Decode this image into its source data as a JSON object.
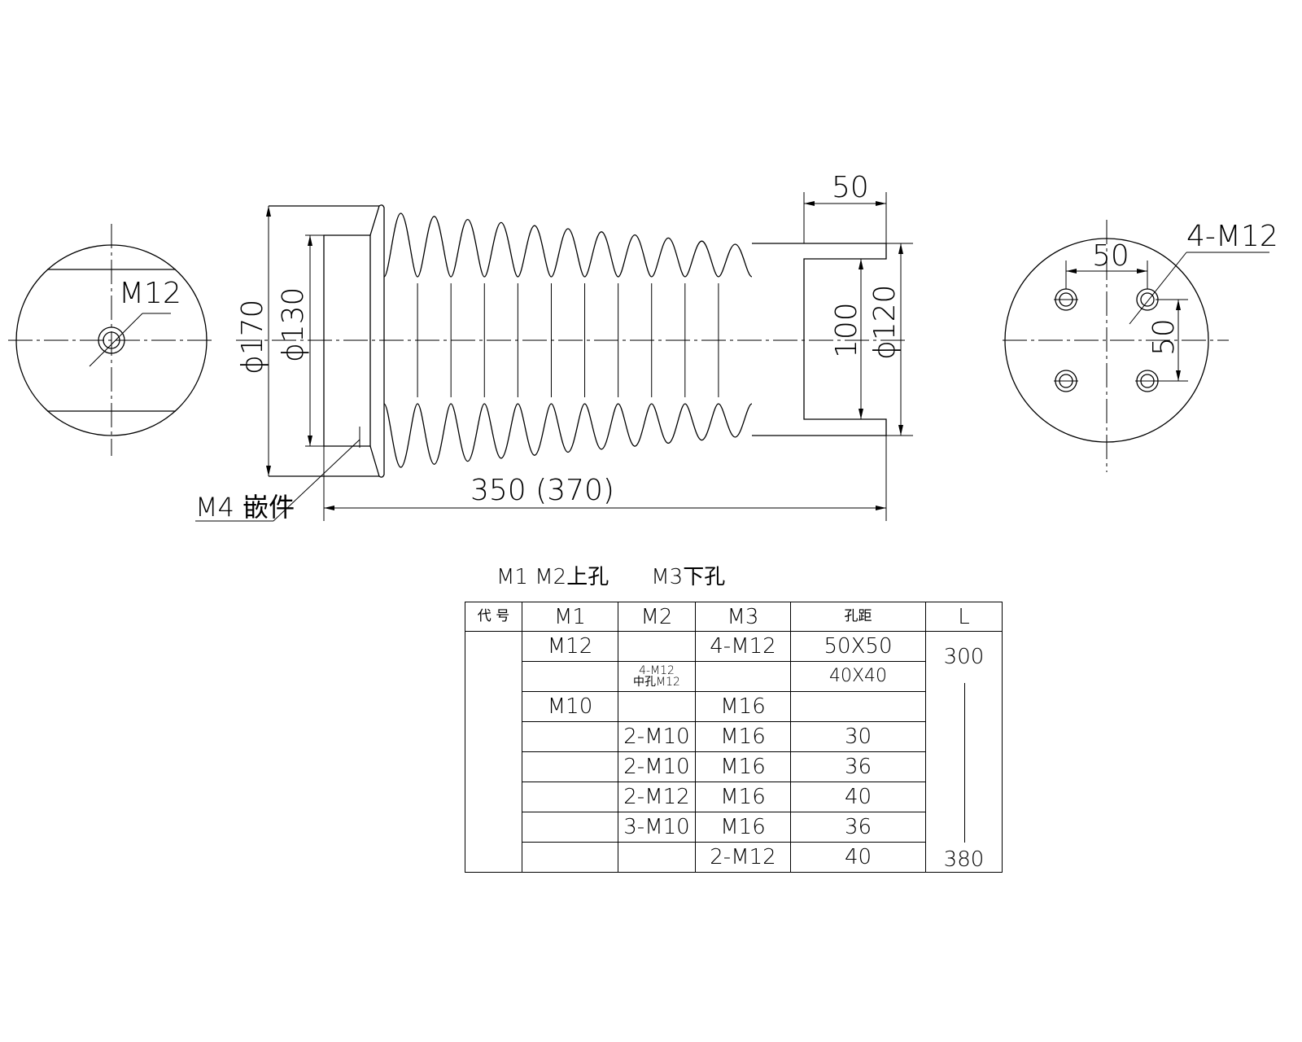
{
  "left_view": {
    "hole_label": "M12"
  },
  "body_view": {
    "dim_outer_dia": "ϕ170",
    "dim_inner_dia": "ϕ130",
    "dim_length": "350 (370)",
    "dim_end_width": "50",
    "dim_end_inner": "100",
    "dim_end_dia": "ϕ120",
    "insert_label": "M4 嵌件"
  },
  "right_view": {
    "hole_pattern": "4-M12",
    "spacing_horizontal": "50",
    "spacing_vertical": "50"
  },
  "table_caption": {
    "part1": "M1 M2上孔",
    "part2": "M3下孔"
  },
  "spec_table": {
    "headers": [
      "代 号",
      "M1",
      "M2",
      "M3",
      "孔距",
      "L"
    ],
    "rows": [
      [
        "",
        "M12",
        "",
        "4-M12",
        "50X50"
      ],
      [
        "",
        "",
        "4-M12\n中孔M12",
        "",
        "40X40"
      ],
      [
        "",
        "M10",
        "",
        "M16",
        ""
      ],
      [
        "",
        "",
        "2-M10",
        "M16",
        "30"
      ],
      [
        "",
        "",
        "2-M10",
        "M16",
        "36"
      ],
      [
        "",
        "",
        "2-M12",
        "M16",
        "40"
      ],
      [
        "",
        "",
        "3-M10",
        "M16",
        "36"
      ],
      [
        "",
        "",
        "",
        "2-M12",
        "40"
      ]
    ],
    "L_min": "300",
    "L_max": "380"
  }
}
